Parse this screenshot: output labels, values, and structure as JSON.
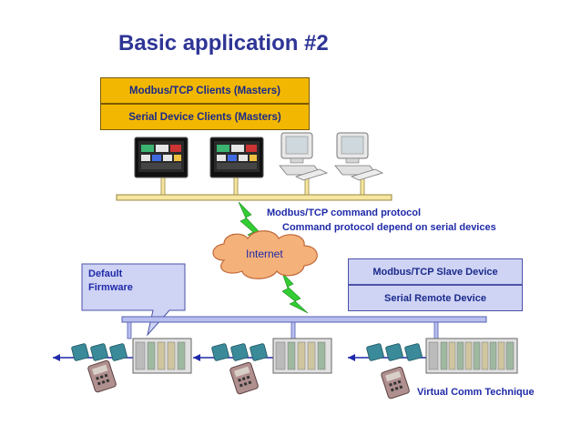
{
  "title": "Basic application #2",
  "clients": {
    "modbus_label": "Modbus/TCP Clients (Masters)",
    "serial_label": "Serial Device Clients (Masters)"
  },
  "protocol": {
    "line1": "Modbus/TCP command protocol",
    "line2": "Command protocol depend on serial devices"
  },
  "internet_label": "Internet",
  "callout": {
    "line1": "Default",
    "line2": "Firmware"
  },
  "slaves": {
    "modbus_label": "Modbus/TCP Slave Device",
    "serial_label": "Serial Remote Device"
  },
  "virtual_comm_label": "Virtual Comm Technique",
  "colors": {
    "title": "#2e3596",
    "text_blue": "#1f2aa8",
    "gold_box": "#f2b700",
    "blue_box": "#cfd3f4",
    "bus": "#b8bff0",
    "lightning": "#33cc33"
  }
}
